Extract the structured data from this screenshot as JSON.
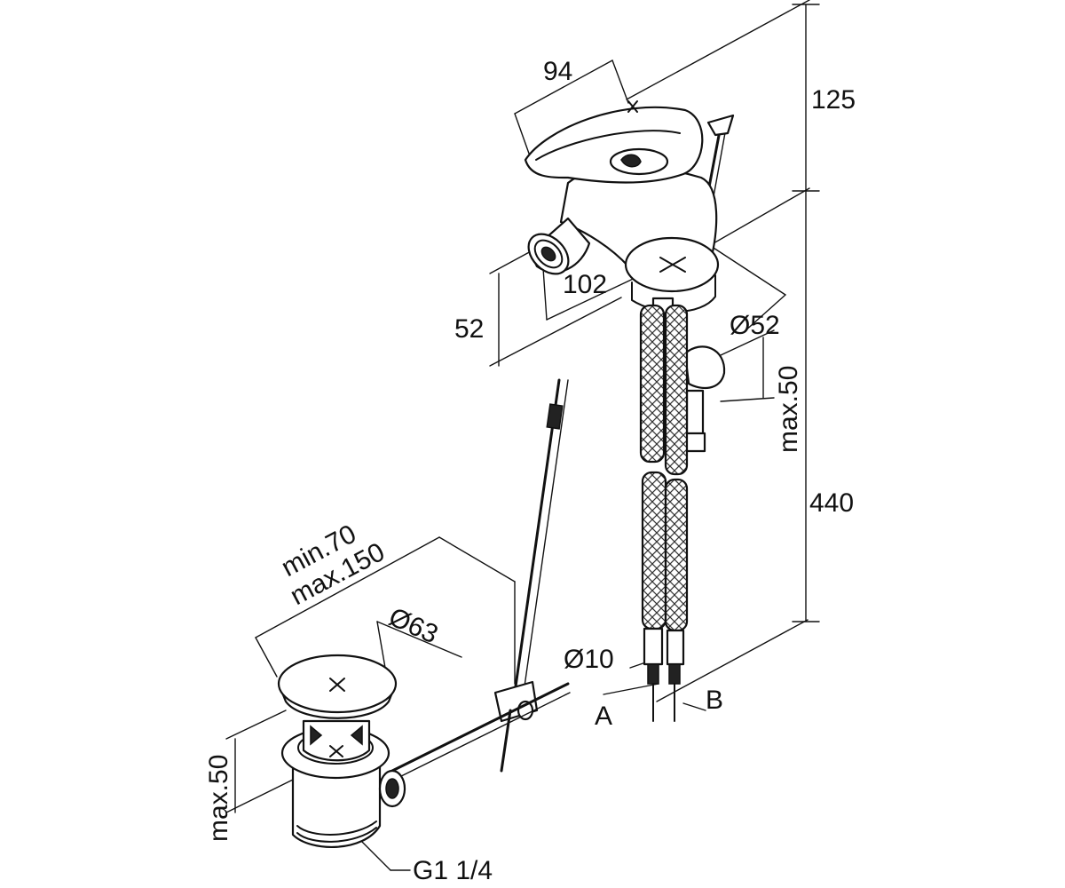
{
  "dimensions": {
    "handle_width": "94",
    "lever_height": "125",
    "spout_reach": "102",
    "spout_height": "52",
    "base_diameter": "Ø52",
    "deck_thickness_mixer": "max.50",
    "overall_height": "440",
    "hose_diameter": "Ø10",
    "inlet_a": "A",
    "inlet_b": "B",
    "rod_distance_min": "min.70",
    "rod_distance_max": "max.150",
    "waste_diameter": "Ø63",
    "deck_thickness_waste": "max.50",
    "waste_thread": "G1 1/4"
  }
}
